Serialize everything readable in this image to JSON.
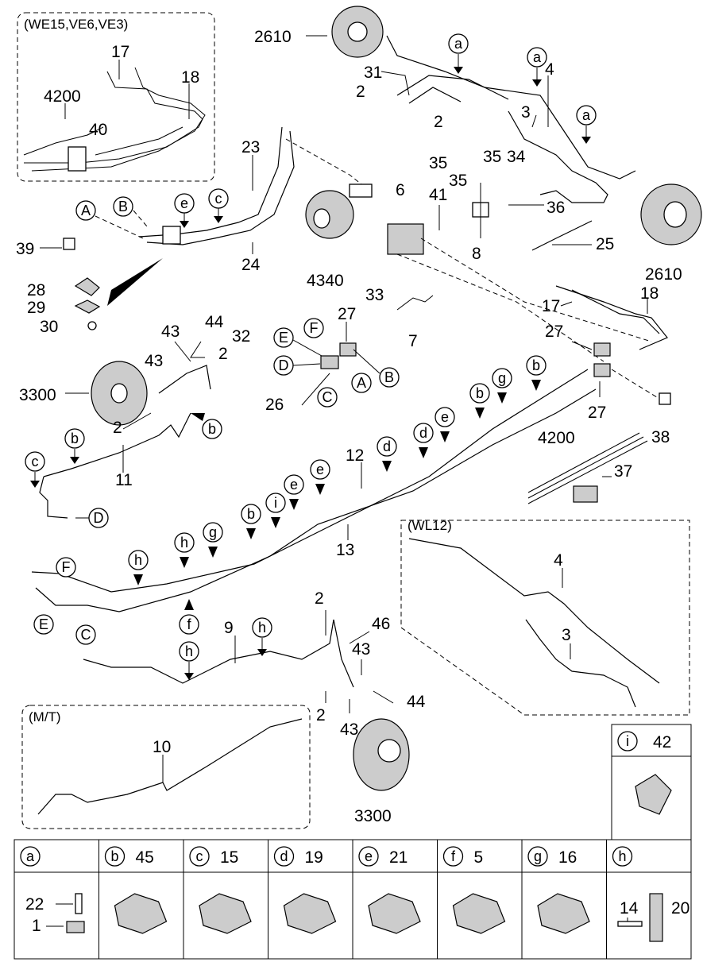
{
  "frames": {
    "we15": "(WE15,VE6,VE3)",
    "wl12": "(WL12)",
    "mt": "(M/T)"
  },
  "part_numbers": {
    "p2610a": "2610",
    "p2610b": "2610",
    "p31": "31",
    "p2a": "2",
    "p2b": "2",
    "p4": "4",
    "p3": "3",
    "p17a": "17",
    "p18a": "18",
    "p4200a": "4200",
    "p40": "40",
    "p23": "23",
    "p24": "24",
    "p4340": "4340",
    "p39": "39",
    "p28": "28",
    "p29": "29",
    "p30": "30",
    "p6": "6",
    "p41": "41",
    "p35a": "35",
    "p35b": "35",
    "p35c": "35",
    "p34": "34",
    "p36": "36",
    "p8": "8",
    "p25": "25",
    "p33": "33",
    "p7": "7",
    "p17b": "17",
    "p18b": "18",
    "p27a": "27",
    "p27b": "27",
    "p27c": "27",
    "p26": "26",
    "p43a": "43",
    "p43b": "43",
    "p44a": "44",
    "p32": "32",
    "p2c": "2",
    "p2d": "2",
    "p3300a": "3300",
    "p11": "11",
    "p12": "12",
    "p13": "13",
    "p38": "38",
    "p4200b": "4200",
    "p37": "37",
    "p4w": "4",
    "p3w": "3",
    "p9": "9",
    "p2e": "2",
    "p46": "46",
    "p43c": "43",
    "p44b": "44",
    "p2f": "2",
    "p43d": "43",
    "p10": "10",
    "p3300b": "3300",
    "p42": "42"
  },
  "legend": {
    "i_box": {
      "letter": "i",
      "number": "42"
    },
    "cells": [
      {
        "letter": "a",
        "number": ""
      },
      {
        "letter": "b",
        "number": "45"
      },
      {
        "letter": "c",
        "number": "15"
      },
      {
        "letter": "d",
        "number": "19"
      },
      {
        "letter": "e",
        "number": "21"
      },
      {
        "letter": "f",
        "number": "5"
      },
      {
        "letter": "g",
        "number": "16"
      },
      {
        "letter": "h",
        "number": ""
      }
    ],
    "a_parts": {
      "top": "22",
      "bottom": "1"
    },
    "h_parts": {
      "left": "14",
      "right": "20"
    }
  },
  "callouts": {
    "upper_a": "a",
    "upper_a2": "a",
    "upper_a3": "a",
    "connA": "A",
    "connB": "B",
    "conn_e": "e",
    "conn_c": "c",
    "jE": "E",
    "jF": "F",
    "jD": "D",
    "jC": "C",
    "jA": "A",
    "jB": "B",
    "l11_b1": "b",
    "l11_b2": "b",
    "l11_c": "c",
    "l11_D": "D",
    "l12_b1": "b",
    "l12_g1": "g",
    "l12_b2": "b",
    "l12_e1": "e",
    "l12_d1": "d",
    "l12_d2": "d",
    "l12_e2": "e",
    "l12_e3": "e",
    "l12_i": "i",
    "l12_b3": "b",
    "l12_g2": "g",
    "l12_h1": "h",
    "l12_h2": "h",
    "l12_F": "F",
    "l12_E": "E",
    "l12_f": "f",
    "l9_C": "C",
    "l9_h1": "h",
    "l9_h2": "h"
  }
}
